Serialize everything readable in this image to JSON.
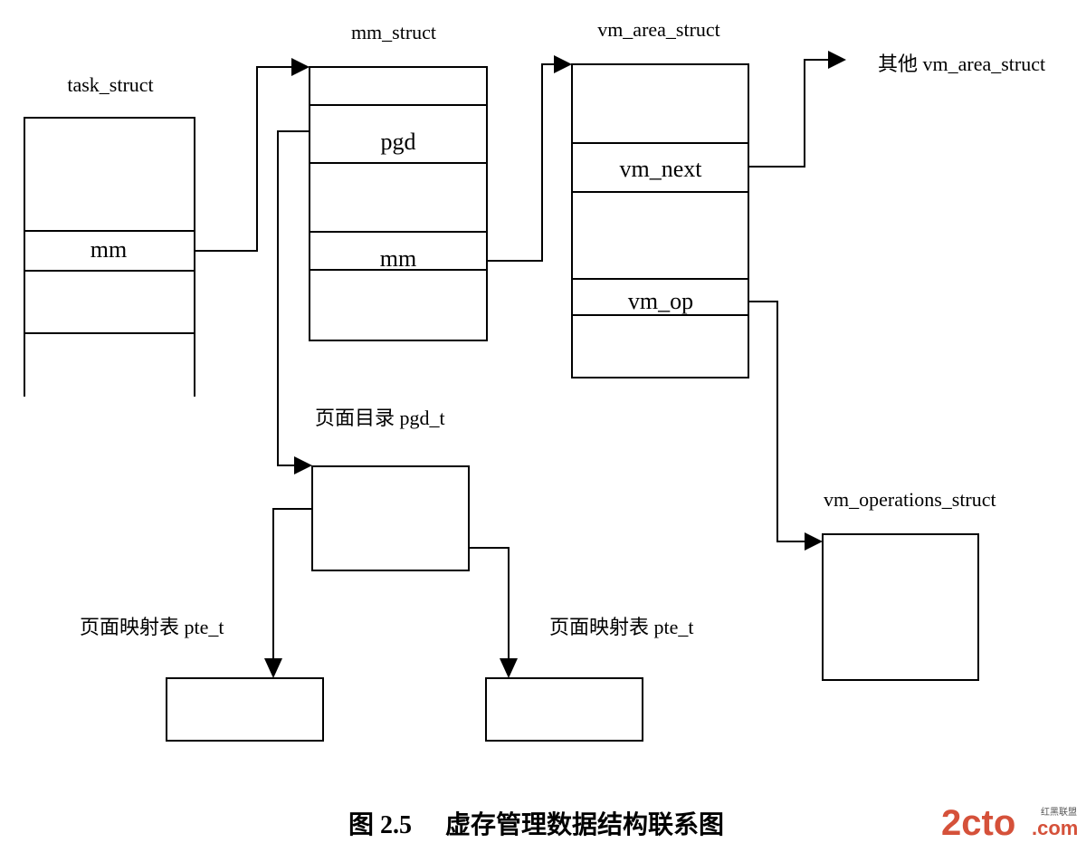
{
  "labels": {
    "task_struct": "task_struct",
    "mm_struct": "mm_struct",
    "vm_area_struct": "vm_area_struct",
    "other_vm_area_struct": "其他 vm_area_struct",
    "pgd_t": "页面目录 pgd_t",
    "vm_operations_struct": "vm_operations_struct",
    "pte_t_left": "页面映射表 pte_t",
    "pte_t_right": "页面映射表 pte_t"
  },
  "fields": {
    "task_mm": "mm",
    "mm_pgd": "pgd",
    "mm_mm": "mm",
    "vma_vm_next": "vm_next",
    "vma_vm_op": "vm_op"
  },
  "caption": {
    "figure_no": "图 2.5",
    "title": "虚存管理数据结构联系图"
  },
  "watermark": {
    "brand": "2cto",
    "domain": ".com",
    "cn": "红黑联盟"
  }
}
